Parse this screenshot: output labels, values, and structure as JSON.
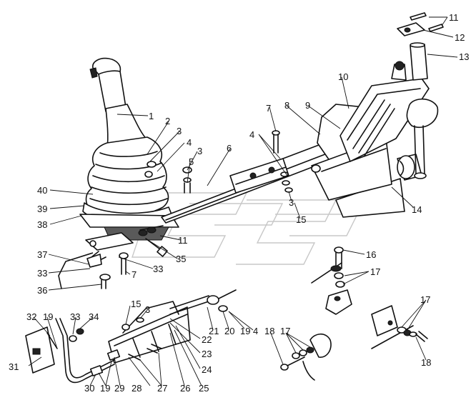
{
  "diagram": {
    "callouts": [
      {
        "id": "c1",
        "text": "1"
      },
      {
        "id": "c2",
        "text": "2"
      },
      {
        "id": "c3a",
        "text": "3"
      },
      {
        "id": "c3b",
        "text": "3"
      },
      {
        "id": "c4a",
        "text": "4"
      },
      {
        "id": "c5",
        "text": "5"
      },
      {
        "id": "c6",
        "text": "6"
      },
      {
        "id": "c7a",
        "text": "7"
      },
      {
        "id": "c8",
        "text": "8"
      },
      {
        "id": "c9",
        "text": "9"
      },
      {
        "id": "c10",
        "text": "10"
      },
      {
        "id": "c11a",
        "text": "11"
      },
      {
        "id": "c12",
        "text": "12"
      },
      {
        "id": "c13",
        "text": "13"
      },
      {
        "id": "c4b",
        "text": "4"
      },
      {
        "id": "c3c",
        "text": "3"
      },
      {
        "id": "c15a",
        "text": "15"
      },
      {
        "id": "c14",
        "text": "14"
      },
      {
        "id": "c40",
        "text": "40"
      },
      {
        "id": "c39",
        "text": "39"
      },
      {
        "id": "c38",
        "text": "38"
      },
      {
        "id": "c11b",
        "text": "11"
      },
      {
        "id": "c35",
        "text": "35"
      },
      {
        "id": "c37",
        "text": "37"
      },
      {
        "id": "c33a",
        "text": "33"
      },
      {
        "id": "c7b",
        "text": "7"
      },
      {
        "id": "c33b",
        "text": "33"
      },
      {
        "id": "c36",
        "text": "36"
      },
      {
        "id": "c16",
        "text": "16"
      },
      {
        "id": "c17a",
        "text": "17"
      },
      {
        "id": "c15b",
        "text": "15"
      },
      {
        "id": "c3d",
        "text": "3"
      },
      {
        "id": "c21",
        "text": "21"
      },
      {
        "id": "c20",
        "text": "20"
      },
      {
        "id": "c19a",
        "text": "19"
      },
      {
        "id": "c4c",
        "text": "4"
      },
      {
        "id": "c22",
        "text": "22"
      },
      {
        "id": "c23",
        "text": "23"
      },
      {
        "id": "c24",
        "text": "24"
      },
      {
        "id": "c25",
        "text": "25"
      },
      {
        "id": "c26",
        "text": "26"
      },
      {
        "id": "c27",
        "text": "27"
      },
      {
        "id": "c28",
        "text": "28"
      },
      {
        "id": "c29",
        "text": "29"
      },
      {
        "id": "c19b",
        "text": "19"
      },
      {
        "id": "c30",
        "text": "30"
      },
      {
        "id": "c31",
        "text": "31"
      },
      {
        "id": "c32",
        "text": "32"
      },
      {
        "id": "c19c",
        "text": "19"
      },
      {
        "id": "c33c",
        "text": "33"
      },
      {
        "id": "c34",
        "text": "34"
      },
      {
        "id": "c18a",
        "text": "18"
      },
      {
        "id": "c17b",
        "text": "17"
      },
      {
        "id": "c17c",
        "text": "17"
      },
      {
        "id": "c18b",
        "text": "18"
      }
    ]
  }
}
